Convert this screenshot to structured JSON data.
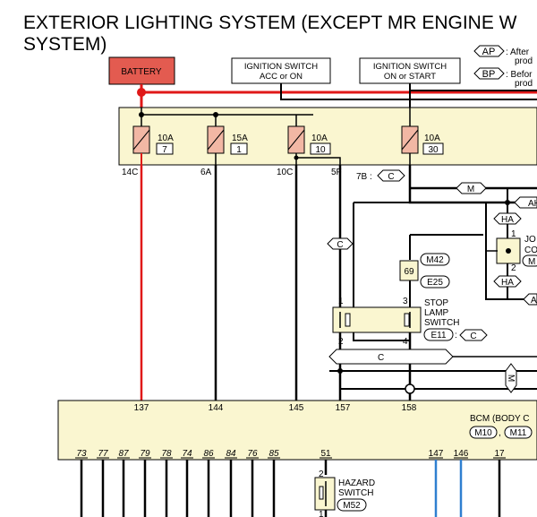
{
  "title_line1": "EXTERIOR LIGHTING SYSTEM (EXCEPT MR ENGINE W",
  "title_line2": "SYSTEM)",
  "legend": [
    {
      "code": "AP",
      "text": ": After"
    },
    {
      "code": "",
      "text": "prod"
    },
    {
      "code": "BP",
      "text": ": Befor"
    },
    {
      "code": "",
      "text": "prod"
    }
  ],
  "battery_label": "BATTERY",
  "ignition_acc": {
    "line1": "IGNITION SWITCH",
    "line2": "ACC or ON"
  },
  "ignition_on": {
    "line1": "IGNITION SWITCH",
    "line2": "ON or START"
  },
  "fuses": [
    {
      "amp": "10A",
      "num": "7",
      "pin": "14C"
    },
    {
      "amp": "15A",
      "num": "1",
      "pin": "6A"
    },
    {
      "amp": "10A",
      "num": "10",
      "pin": "10C"
    },
    {
      "amp": "10A",
      "num": "30",
      "pin": "5F"
    }
  ],
  "connector_7b": "7B :",
  "conn_c": "C",
  "conn_m": "M",
  "conn_ah": "AH",
  "conn_ha": "HA",
  "conn_a": "A",
  "joint": {
    "line1": "JO",
    "line2": "CO",
    "conn": "M"
  },
  "joint_pins": [
    "1",
    "2"
  ],
  "conn_69": "69",
  "m42": "M42",
  "e25": "E25",
  "stop_lamp": {
    "line1": "STOP",
    "line2": "LAMP",
    "line3": "SWITCH",
    "conn": "E11",
    "sep": ":"
  },
  "stop_pins": [
    "1",
    "3",
    "2",
    "4"
  ],
  "bus_c": "C",
  "bus_m": "M",
  "bcm_pins_top": [
    "137",
    "144",
    "145",
    "157",
    "158"
  ],
  "bcm_label": "BCM (BODY C",
  "bcm_conn": [
    "M10",
    "M11"
  ],
  "bcm_conn_sep": ",",
  "bcm_pins_bottom": [
    "73",
    "77",
    "87",
    "79",
    "78",
    "74",
    "86",
    "84",
    "76",
    "85",
    "51",
    "147",
    "146",
    "17"
  ],
  "hazard": {
    "line1": "HAZARD",
    "line2": "SWITCH",
    "conn": "M52"
  },
  "hazard_pins": [
    "2",
    "1"
  ]
}
